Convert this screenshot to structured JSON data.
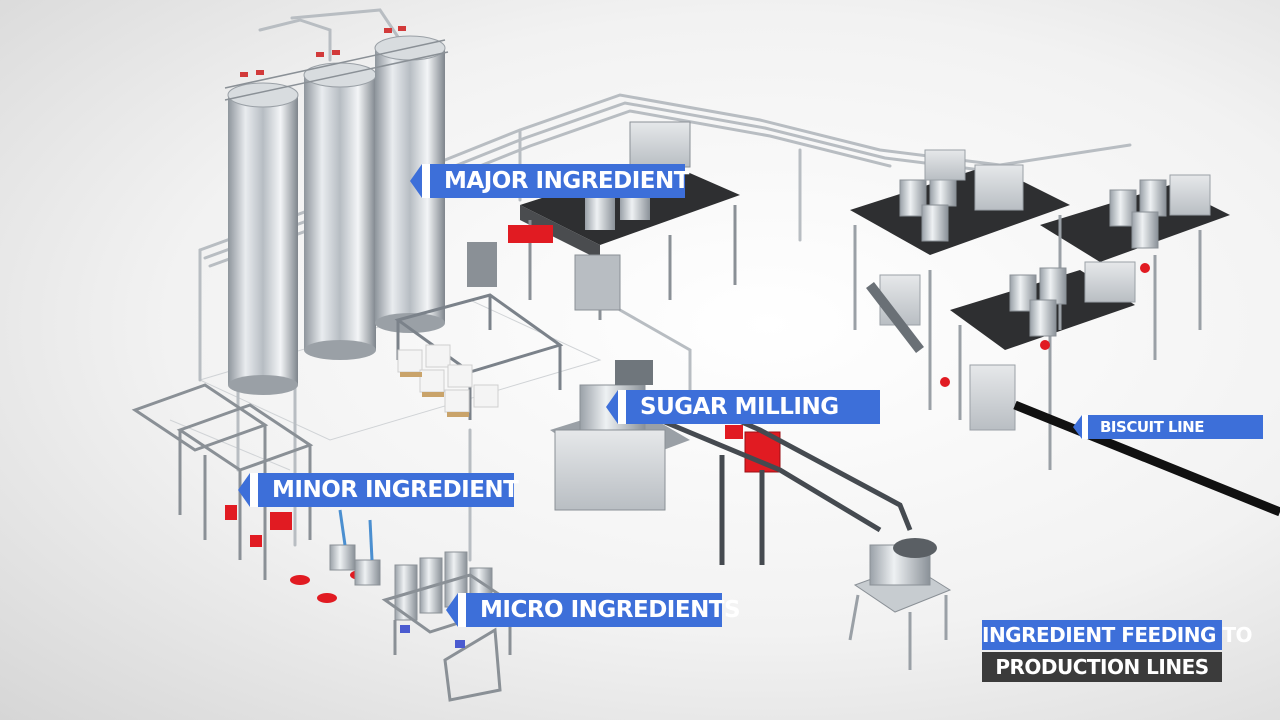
{
  "callouts": {
    "major_ingredient": "MAJOR INGREDIENT",
    "sugar_milling": "SUGAR MILLING",
    "minor_ingredient": "MINOR INGREDIENT",
    "micro_ingredients": "MICRO INGREDIENTS",
    "biscuit_line": "BISCUIT LINE"
  },
  "legend": {
    "line1": "INGREDIENT FEEDING TO",
    "line2": "PRODUCTION LINES"
  },
  "colors": {
    "label_blue": "#3d6fd9",
    "legend_dark": "#3b3b3b",
    "accent_red": "#e11b22",
    "steel": "#c8cdd2"
  }
}
